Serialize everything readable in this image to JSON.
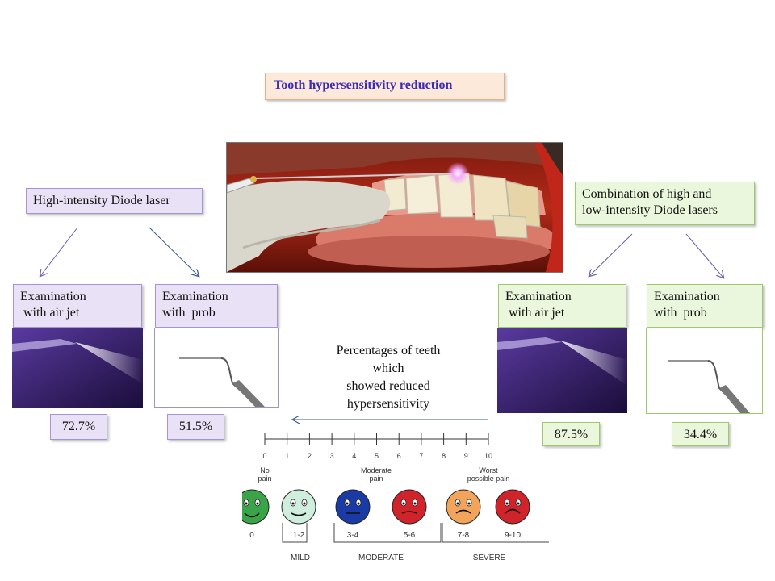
{
  "title": "Tooth hypersensitivity reduction",
  "left_group": {
    "title": "High-intensity  Diode laser",
    "air_jet": {
      "line1": "Examination",
      "line2": " with air jet",
      "percent": "72.7%"
    },
    "probe": {
      "line1": "Examination",
      "line2": "with  prob",
      "percent": "51.5%"
    }
  },
  "right_group": {
    "title_line1": "Combination of high and",
    "title_line2": " low-intensity  Diode lasers",
    "air_jet": {
      "line1": "Examination",
      "line2": " with air jet",
      "percent": "87.5%"
    },
    "probe": {
      "line1": "Examination",
      "line2": "with  prob",
      "percent": "34.4%"
    }
  },
  "center_note": {
    "line1": "Percentages of teeth",
    "line2": "which",
    "line3": "showed reduced",
    "line4": "hypersensitivity"
  },
  "pain_scale": {
    "ticks": [
      "0",
      "1",
      "2",
      "3",
      "4",
      "5",
      "6",
      "7",
      "8",
      "9",
      "10"
    ],
    "no_pain": {
      "line1": "No",
      "line2": "pain"
    },
    "moderate_pain": {
      "line1": "Moderate",
      "line2": "pain"
    },
    "worst_pain": {
      "line1": "Worst",
      "line2": "possible pain"
    },
    "face_labels": [
      "0",
      "1-2",
      "3-4",
      "5-6",
      "7-8",
      "9-10"
    ],
    "categories": [
      "MILD",
      "MODERATE",
      "SEVERE"
    ],
    "face_colors": [
      "#3aa548",
      "#cfeede",
      "#1a3aa6",
      "#d1232a",
      "#f2a45a",
      "#d1232a"
    ]
  }
}
